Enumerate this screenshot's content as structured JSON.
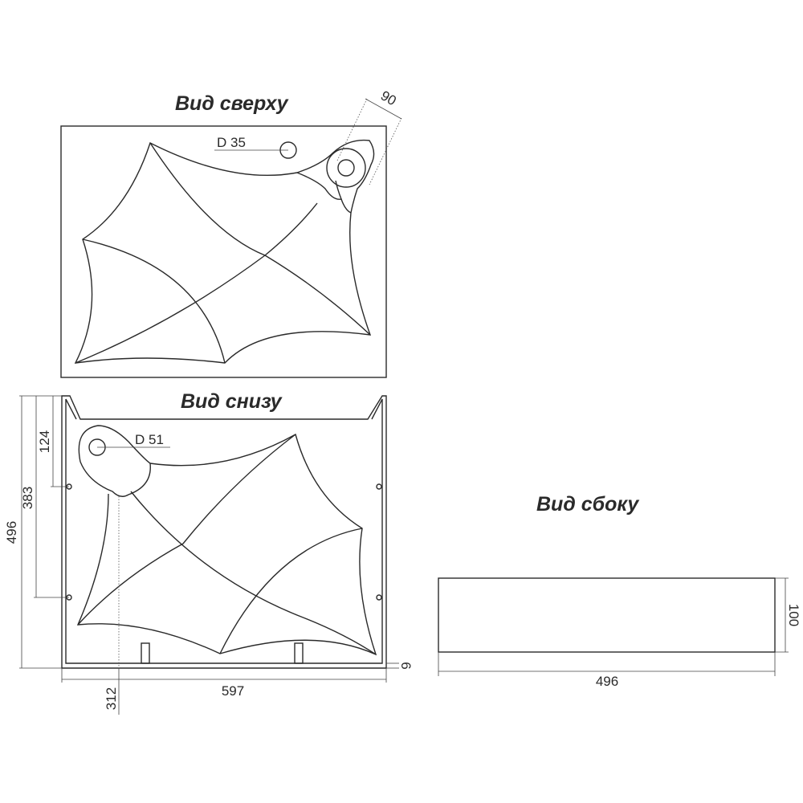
{
  "views": {
    "top": {
      "title": "Вид сверху",
      "drain_label": "D 35",
      "offset_label": "90"
    },
    "bottom": {
      "title": "Вид снизу",
      "drain_label": "D 51",
      "dim_124": "124",
      "dim_383": "383",
      "dim_496": "496",
      "dim_6": "6",
      "dim_312": "312",
      "dim_597": "597"
    },
    "side": {
      "title": "Вид сбоку",
      "dim_100": "100",
      "dim_496": "496"
    }
  }
}
